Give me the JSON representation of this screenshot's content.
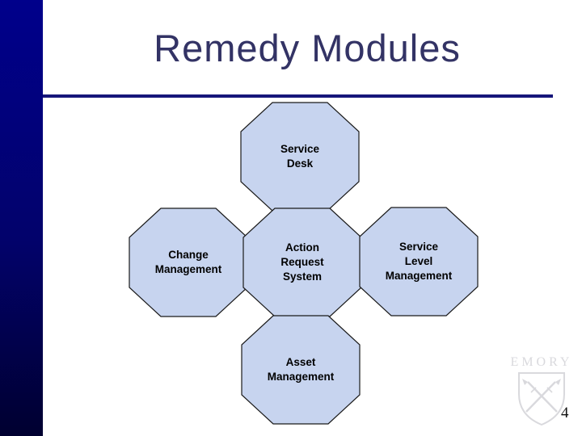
{
  "slide": {
    "title": "Remedy Modules",
    "page_number": "4"
  },
  "diagram": {
    "shape": "octagon",
    "fill_color": "#C7D4EF",
    "border_color": "#1a1a1a",
    "modules": [
      {
        "name": "service-desk",
        "lines": [
          "Service",
          "Desk"
        ]
      },
      {
        "name": "change-management",
        "lines": [
          "Change",
          "Management"
        ]
      },
      {
        "name": "action-request-system",
        "lines": [
          "Action",
          "Request",
          "System"
        ]
      },
      {
        "name": "service-level-management",
        "lines": [
          "Service",
          "Level",
          "Management"
        ]
      },
      {
        "name": "asset-management",
        "lines": [
          "Asset",
          "Management"
        ]
      }
    ]
  },
  "watermark": {
    "text": "EMORY"
  },
  "colors": {
    "sidebar_gradient_top": "#00008B",
    "sidebar_gradient_bottom": "#000030",
    "rule": "#16167A",
    "title_text": "#333365"
  }
}
